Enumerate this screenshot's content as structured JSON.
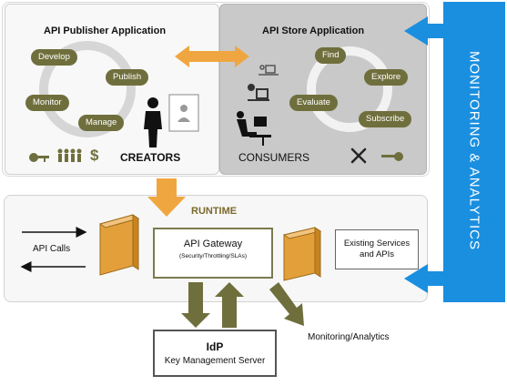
{
  "publisher": {
    "title": "API Publisher Application",
    "steps": [
      "Develop",
      "Publish",
      "Monitor",
      "Manage"
    ],
    "label": "CREATORS",
    "dollar": "$"
  },
  "store": {
    "title": "API Store Application",
    "steps": [
      "Find",
      "Explore",
      "Evaluate",
      "Subscribe"
    ],
    "label": "CONSUMERS"
  },
  "runtime": {
    "title": "RUNTIME",
    "api_calls": "API Calls",
    "gateway_title": "API Gateway",
    "gateway_subtitle": "(Security/Throttling/SLAs)",
    "existing_services": "Existing Services and APIs"
  },
  "idp": {
    "title": "IdP",
    "subtitle": "Key Management Server"
  },
  "monitoring_analytics_label": "Monitoring/Analytics",
  "monitoring_band_label": "MONITORING & ANALYTICS",
  "colors": {
    "accent_blue": "#1a8fe0",
    "arrow_orange": "#f0a640",
    "olive": "#6f6f3d",
    "firewall_orange": "#e3a03a"
  }
}
